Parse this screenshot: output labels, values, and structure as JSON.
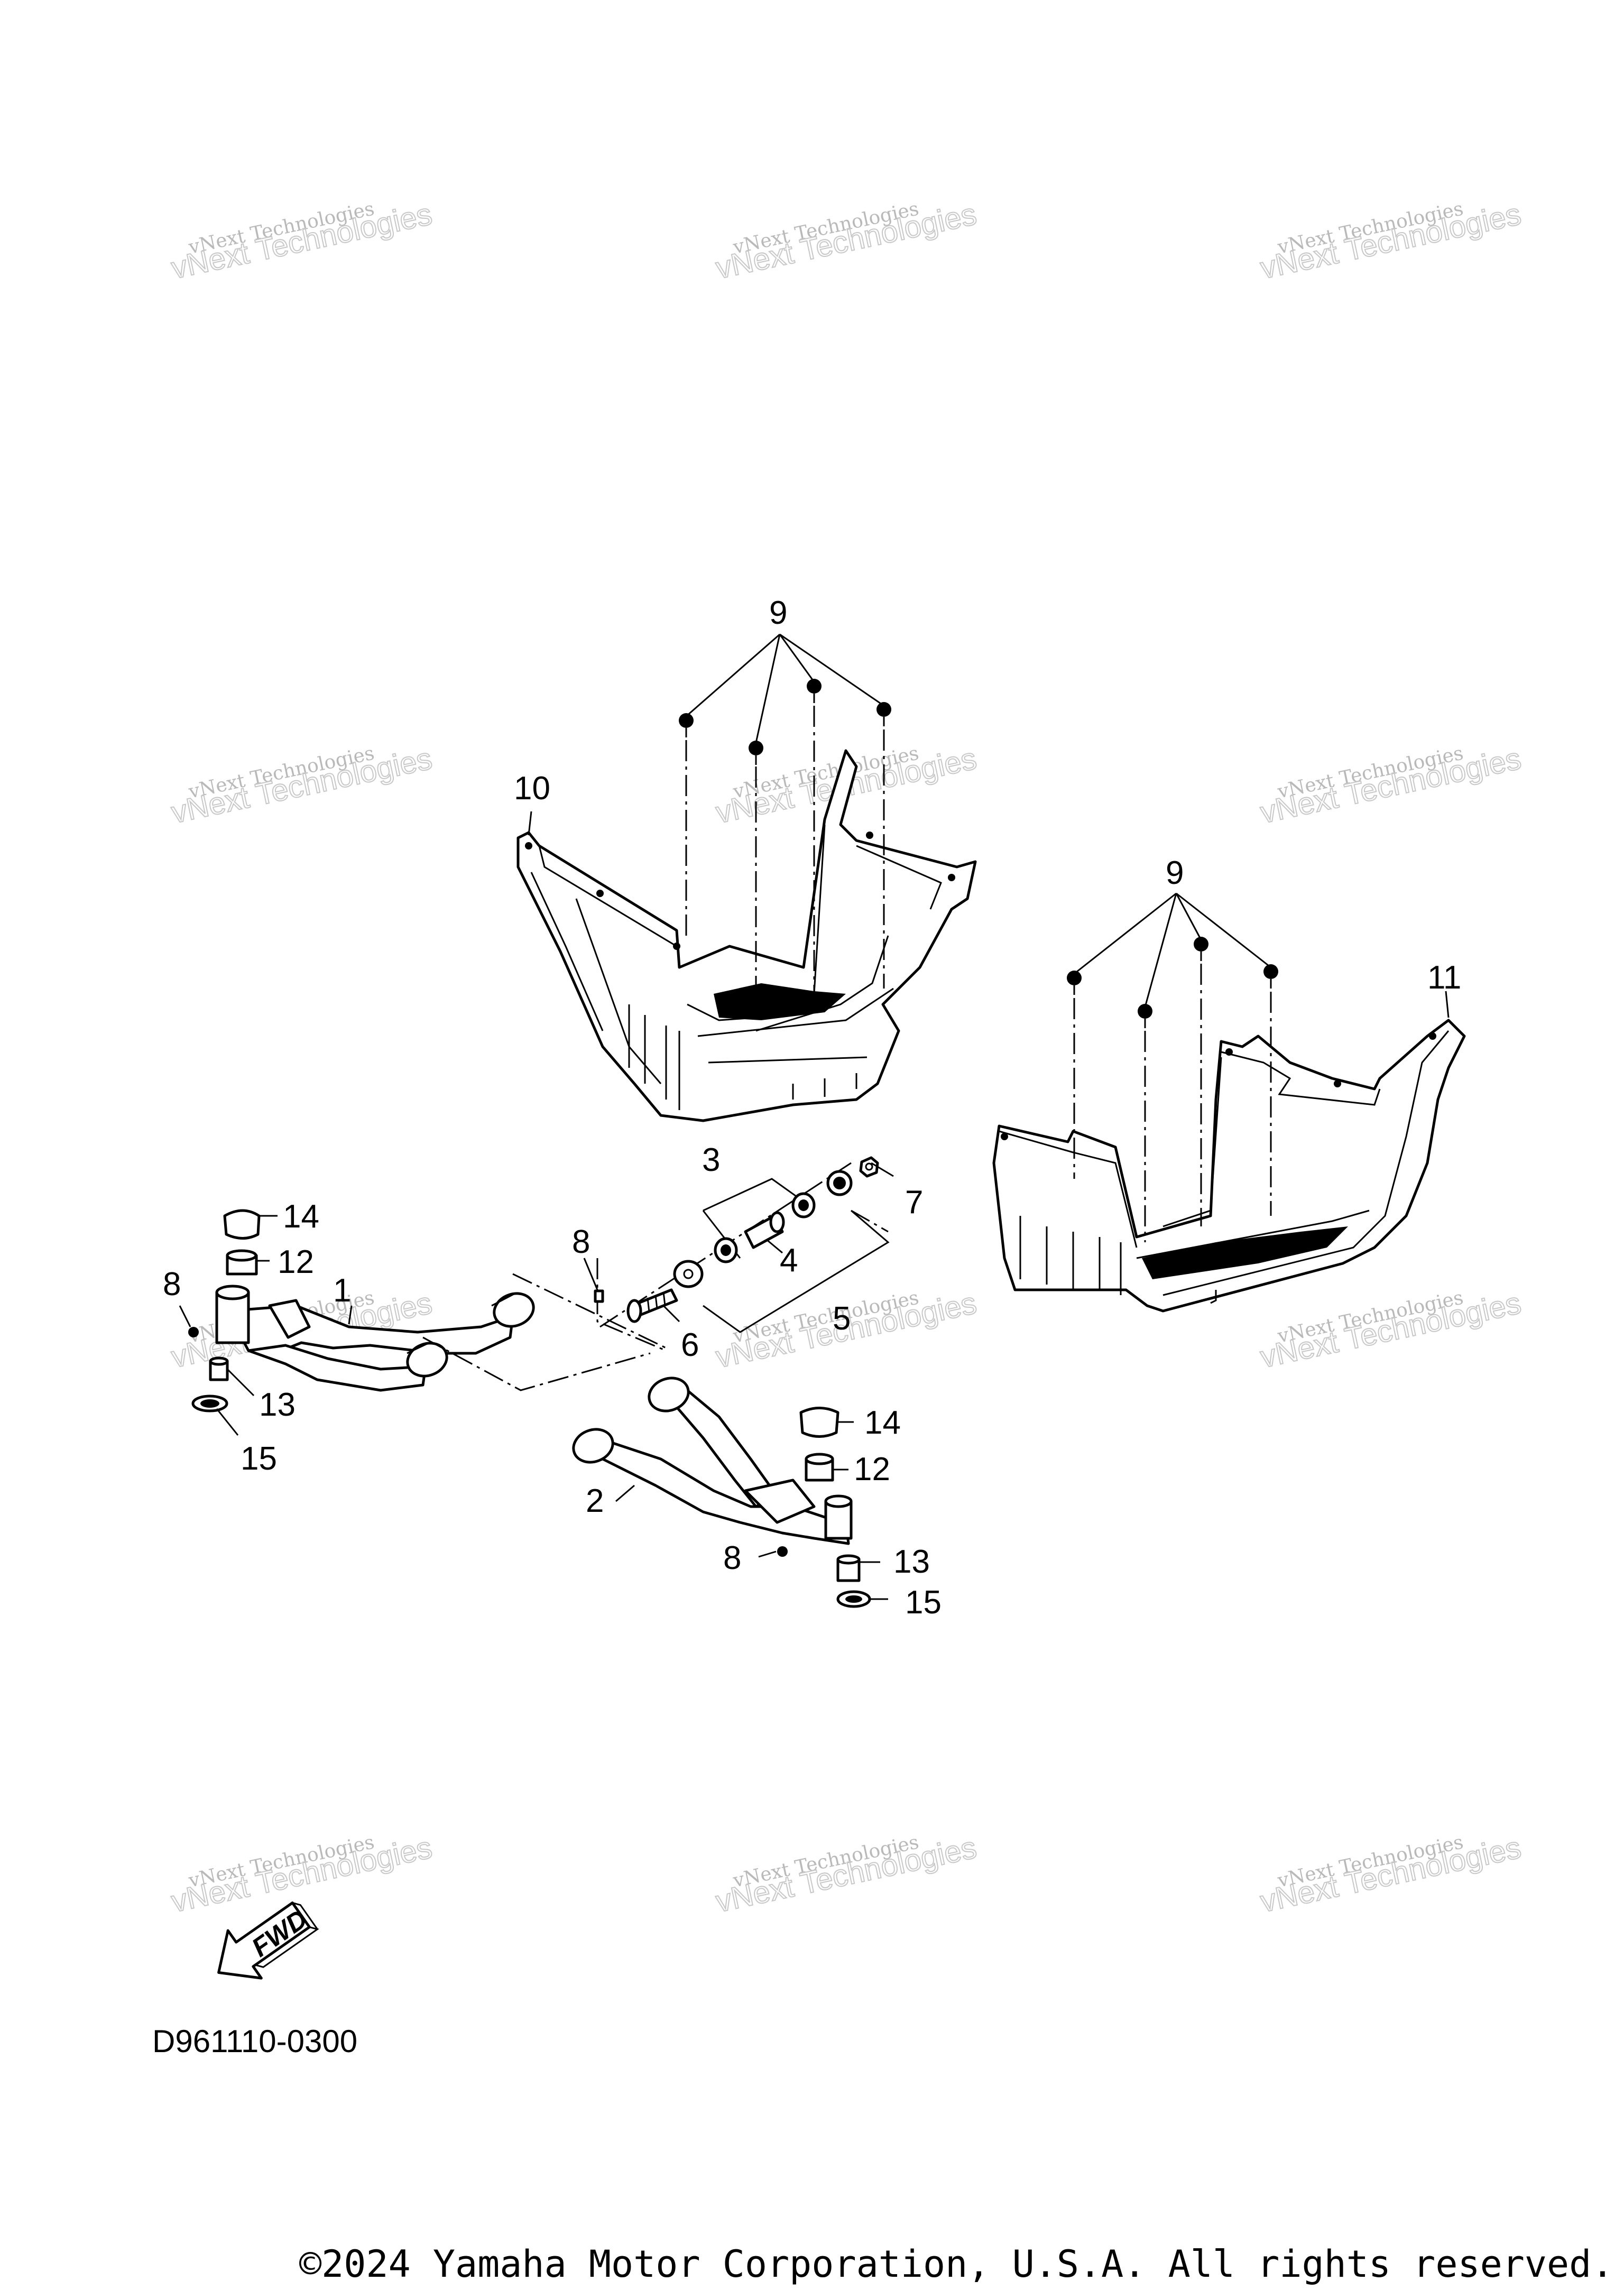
{
  "callouts": [
    "1",
    "2",
    "3",
    "4",
    "5",
    "6",
    "7",
    "8",
    "9",
    "10",
    "11",
    "12",
    "13",
    "14",
    "15"
  ],
  "watermark": {
    "line1": "vNext Technologies",
    "line2": "vNext Technologies"
  },
  "diagram_code": "D961110-0300",
  "fwd_label": "FWD",
  "copyright": "©2024 Yamaha Motor Corporation, U.S.A. All rights reserved.",
  "colors": {
    "line": "#000000",
    "background": "#ffffff",
    "watermark": "#b9b9b9"
  }
}
